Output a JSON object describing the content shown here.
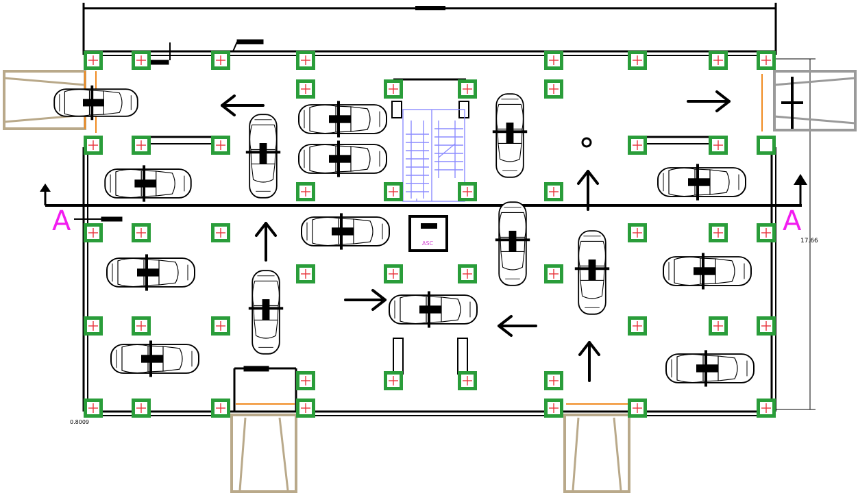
{
  "section_marker_left": "A",
  "section_marker_right": "A",
  "dimension_right": "17.66",
  "dimension_bottom_left": "0.8009",
  "elevator_tag": "ASC",
  "colors": {
    "column_green": "#2a9d3a",
    "column_cross": "#e8333a",
    "section_magenta": "#f21cf0",
    "stair_blue": "#8c8cff",
    "ramp_tan": "#b9a98a",
    "ramp_grey": "#9a9a9a",
    "gate_orange": "#f08a20",
    "wall": "#000000"
  },
  "icons": {
    "column": "column-icon",
    "car": "car-icon",
    "arrow": "direction-arrow-icon",
    "stair": "staircase-icon",
    "elevator": "elevator-icon",
    "ramp": "ramp-icon"
  }
}
